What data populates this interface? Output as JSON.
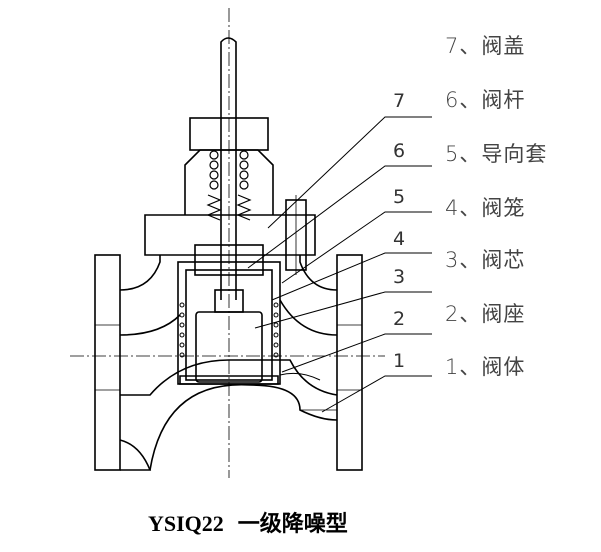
{
  "title": {
    "model": "YSIQ22",
    "type": "一级降噪型"
  },
  "parts": [
    {
      "number": "7",
      "label": "7、阀盖"
    },
    {
      "number": "6",
      "label": "6、阀杆"
    },
    {
      "number": "5",
      "label": "5、导向套"
    },
    {
      "number": "4",
      "label": "4、阀笼"
    },
    {
      "number": "3",
      "label": "3、阀芯"
    },
    {
      "number": "2",
      "label": "2、阀座"
    },
    {
      "number": "1",
      "label": "1、阀体"
    }
  ]
}
